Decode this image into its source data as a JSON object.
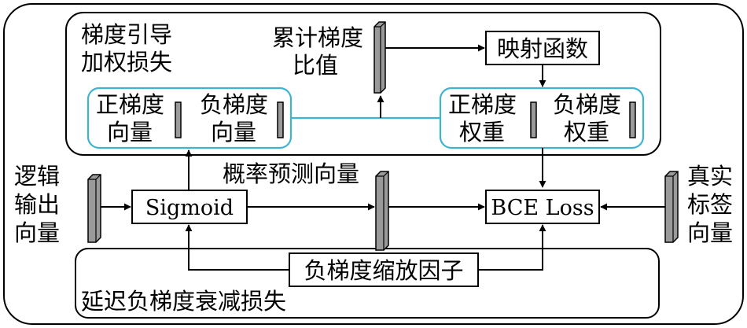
{
  "colors": {
    "line": "#000000",
    "cyan": "#3fb4d0",
    "vector_fill": "#9a9a9a"
  },
  "modules": {
    "gradient_guided": {
      "line1": "梯度引导",
      "line2": "加权损失"
    },
    "delayed_decay": {
      "label": "延迟负梯度衰减损失"
    }
  },
  "nodes": {
    "cumulative_ratio": {
      "line1": "累计梯度",
      "line2": "比值"
    },
    "mapping_function": {
      "label": "映射函数"
    },
    "pos_grad_vec": {
      "line1": "正梯度",
      "line2": "向量"
    },
    "neg_grad_vec": {
      "line1": "负梯度",
      "line2": "向量"
    },
    "pos_grad_weight": {
      "line1": "正梯度",
      "line2": "权重"
    },
    "neg_grad_weight": {
      "line1": "负梯度",
      "line2": "权重"
    },
    "logits": {
      "line1": "逻辑",
      "line2": "输出",
      "line3": "向量"
    },
    "sigmoid": {
      "label": "Sigmoid"
    },
    "prob_vec": {
      "label": "概率预测向量"
    },
    "bce": {
      "label": "BCE Loss"
    },
    "labels": {
      "line1": "真实",
      "line2": "标签",
      "line3": "向量"
    },
    "neg_scale": {
      "label": "负梯度缩放因子"
    }
  }
}
